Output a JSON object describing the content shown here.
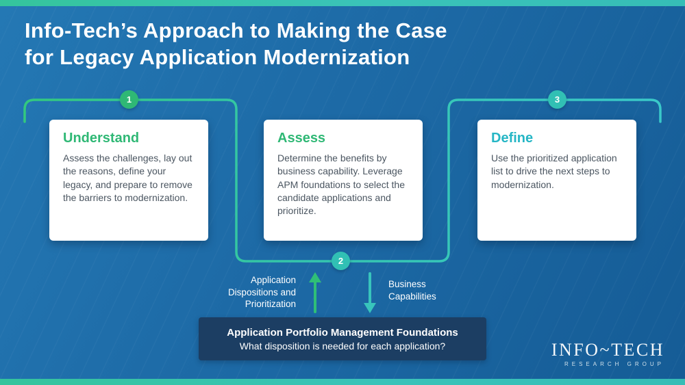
{
  "colors": {
    "background_blue": "#1d6aa6",
    "edge_bar_teal": "#3ac3b9",
    "green_accent": "#2fb875",
    "teal_accent": "#31c0b4",
    "cyan_heading": "#25b6c5",
    "card_text_gray": "#4a5560",
    "foundation_box_navy": "#1c3e63"
  },
  "header": {
    "title_line1": "Info-Tech’s Approach to Making the Case",
    "title_line2": "for Legacy Application Modernization"
  },
  "steps": [
    {
      "number": "1",
      "title": "Understand",
      "body": "Assess the challenges, lay out the reasons, define your legacy, and prepare to remove the barriers to modernization."
    },
    {
      "number": "2",
      "title": "Assess",
      "body": "Determine the benefits by business capability. Leverage APM foundations to select the candidate applications and prioritize."
    },
    {
      "number": "3",
      "title": "Define",
      "body": "Use the prioritized application list to drive the next steps to modernization."
    }
  ],
  "flow": {
    "left_arrow_label": "Application Dispositions and Prioritization",
    "right_arrow_label": "Business Capabilities"
  },
  "foundation": {
    "title": "Application Portfolio Management Foundations",
    "question": "What disposition is needed for each application?"
  },
  "logo": {
    "wordmark": "INFO~TECH",
    "subtext": "RESEARCH GROUP"
  }
}
